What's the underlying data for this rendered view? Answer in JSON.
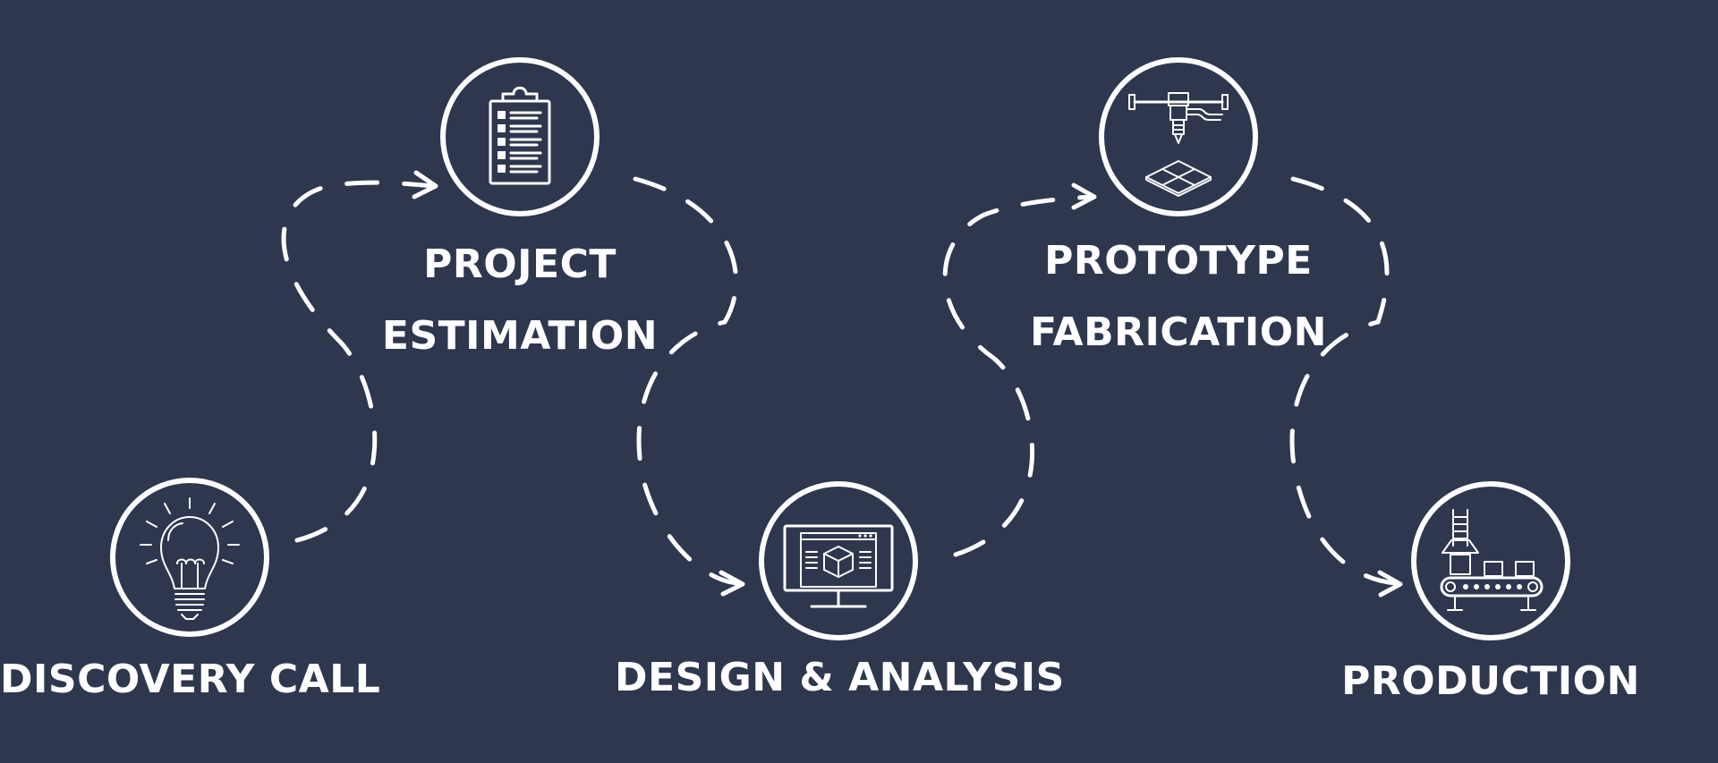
{
  "diagram": {
    "steps": [
      {
        "line1": "DISCOVERY CALL",
        "line2": "",
        "icon": "lightbulb-icon"
      },
      {
        "line1": "PROJECT",
        "line2": "ESTIMATION",
        "icon": "clipboard-icon"
      },
      {
        "line1": "DESIGN & ANALYSIS",
        "line2": "",
        "icon": "monitor-3d-icon"
      },
      {
        "line1": "PROTOTYPE",
        "line2": "FABRICATION",
        "icon": "3d-printer-icon"
      },
      {
        "line1": "PRODUCTION",
        "line2": "",
        "icon": "conveyor-icon"
      }
    ],
    "colors": {
      "background": "#2e374e",
      "stroke": "#ffffff"
    }
  }
}
